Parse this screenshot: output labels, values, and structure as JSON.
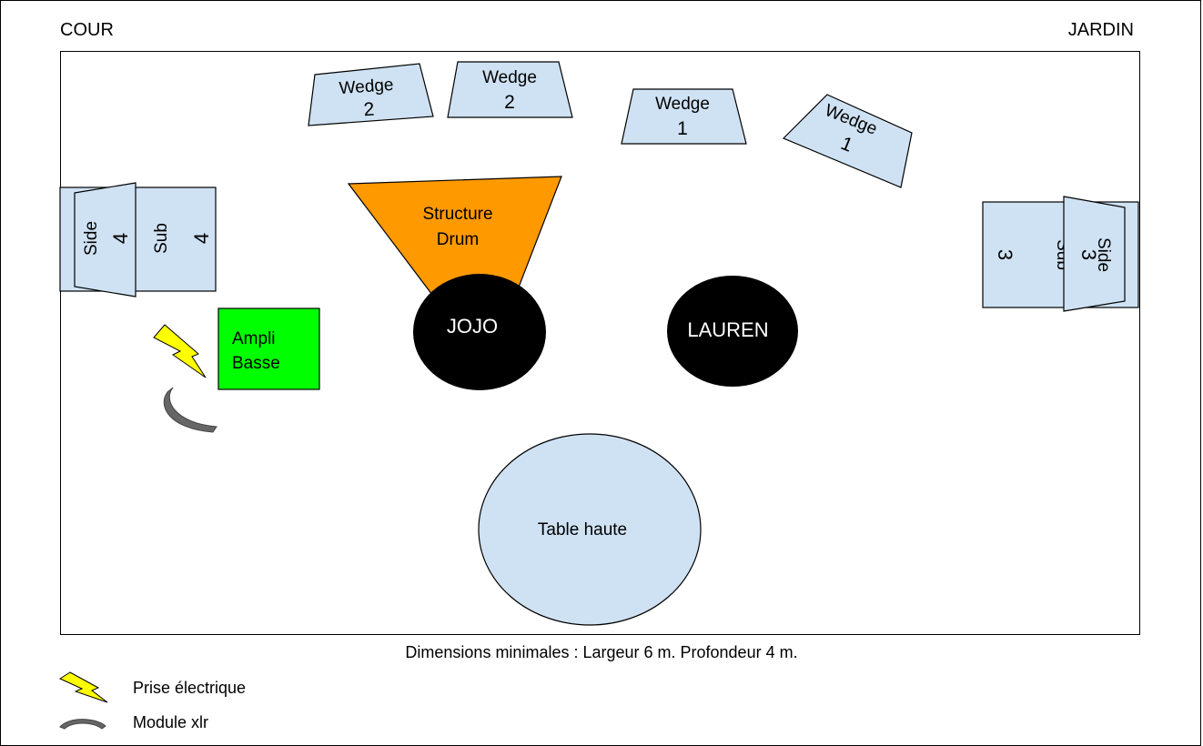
{
  "labels": {
    "left": "COUR",
    "right": "JARDIN"
  },
  "wedges": [
    {
      "line1": "Wedge",
      "line2": "2"
    },
    {
      "line1": "Wedge",
      "line2": "2"
    },
    {
      "line1": "Wedge",
      "line2": "1"
    },
    {
      "line1": "Wedge",
      "line2": "1"
    }
  ],
  "side_left": {
    "line1": "Side",
    "line2": "4"
  },
  "sub_left": {
    "line1": "Sub",
    "line2": "4"
  },
  "side_right": {
    "line1": "Side",
    "line2": "3"
  },
  "sub_right": {
    "line1": "Sub",
    "line2": "3"
  },
  "drum_structure": {
    "line1": "Structure",
    "line2": "Drum"
  },
  "ampli": {
    "line1": "Ampli",
    "line2": "Basse"
  },
  "musicians": [
    "JOJO",
    "LAUREN"
  ],
  "table": "Table haute",
  "caption": "Dimensions minimales : Largeur 6 m. Profondeur 4 m.",
  "legend": [
    {
      "icon": "lightning-icon",
      "label": "Prise électrique"
    },
    {
      "icon": "xlr-module-icon",
      "label": "Module xlr"
    }
  ],
  "colors": {
    "speaker": "#cfe2f3",
    "drum": "#ff9900",
    "ampli": "#00ff00",
    "musician": "#000000",
    "lightning": "#ffff00",
    "xlr": "#666666"
  }
}
